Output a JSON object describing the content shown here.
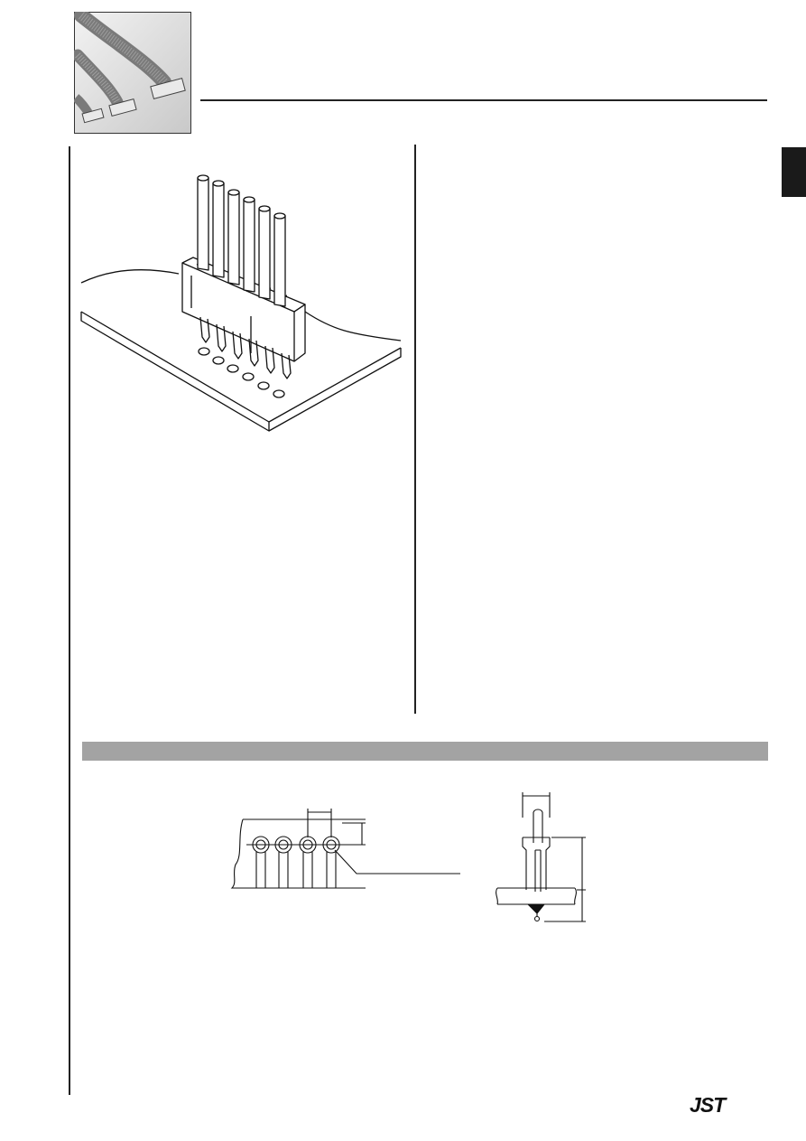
{
  "brand": {
    "logo_text": "JST"
  },
  "icons": {
    "product_photo": "cable-assembly-photo",
    "main_illustration": "connector-pcb-illustration",
    "pcb_diagram": "pcb-hole-layout-diagram",
    "side_diagram": "connector-side-view-diagram"
  },
  "colors": {
    "section_bar": "#a3a3a3",
    "rules": "#222222",
    "side_tab": "#1a1a1a"
  }
}
